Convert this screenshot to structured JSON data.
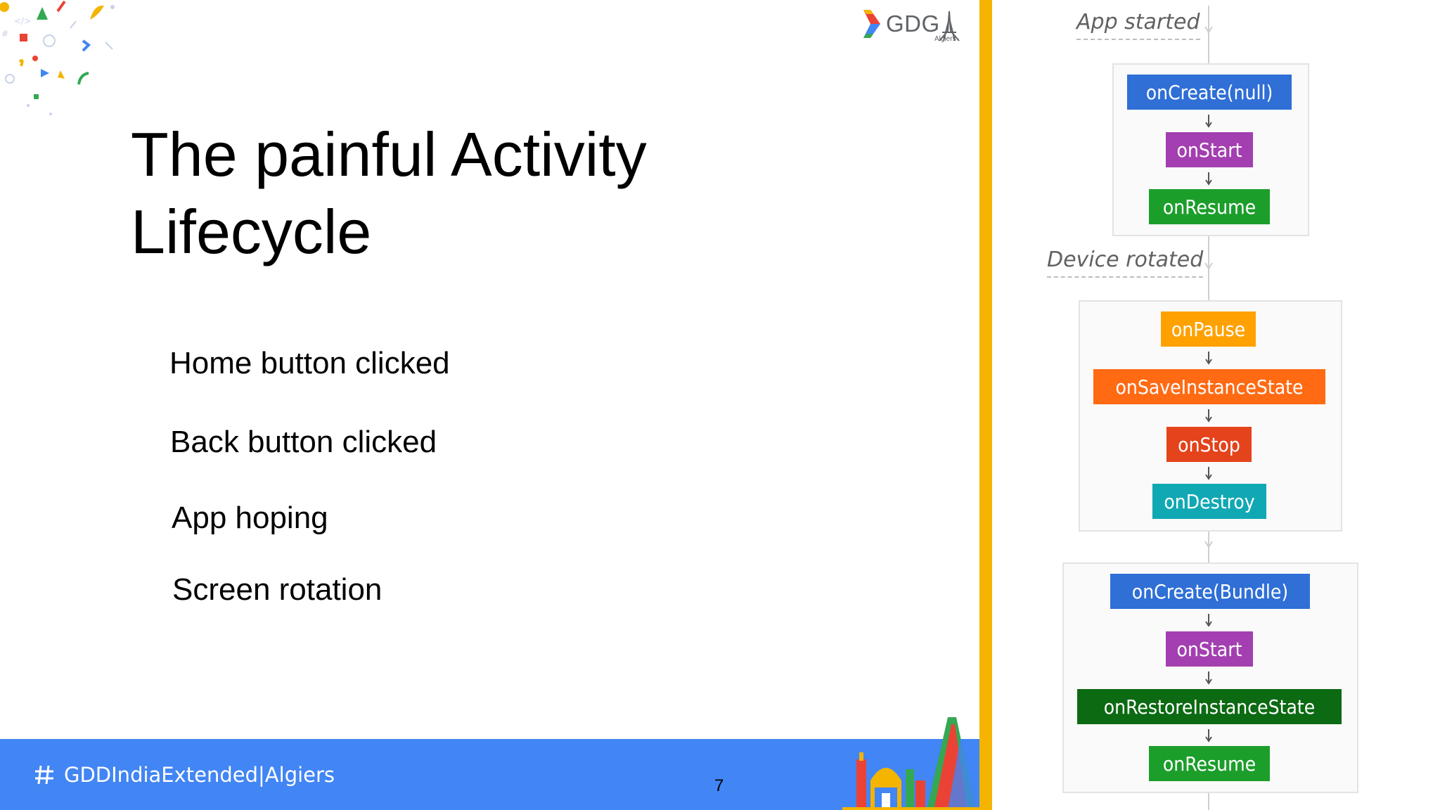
{
  "slide": {
    "brand": {
      "gdg_text": "GDG",
      "city_label": "Algiers"
    },
    "title_line1": "The painful Activity",
    "title_line2": "Lifecycle",
    "bullets": [
      "Home button clicked",
      "Back button clicked",
      "App hoping",
      "Screen rotation"
    ],
    "footer": {
      "hashtag": "GDDIndiaExtended|Algiers",
      "page_number": "7"
    },
    "colors": {
      "footer_blue": "#4285f4",
      "divider_yellow": "#f4b400"
    }
  },
  "diagram": {
    "events": {
      "app_started": "App started",
      "device_rotated": "Device rotated"
    },
    "groups": [
      {
        "steps": [
          {
            "label": "onCreate(null)",
            "color": "#2f6fd6"
          },
          {
            "label": "onStart",
            "color": "#a33fb0"
          },
          {
            "label": "onResume",
            "color": "#1c9e2b"
          }
        ]
      },
      {
        "steps": [
          {
            "label": "onPause",
            "color": "#ffa100"
          },
          {
            "label": "onSaveInstanceState",
            "color": "#ff6a13"
          },
          {
            "label": "onStop",
            "color": "#e4431c"
          },
          {
            "label": "onDestroy",
            "color": "#10a8b3"
          }
        ]
      },
      {
        "steps": [
          {
            "label": "onCreate(Bundle)",
            "color": "#2f6fd6"
          },
          {
            "label": "onStart",
            "color": "#a33fb0"
          },
          {
            "label": "onRestoreInstanceState",
            "color": "#0c6a12"
          },
          {
            "label": "onResume",
            "color": "#1c9e2b"
          }
        ]
      }
    ]
  }
}
